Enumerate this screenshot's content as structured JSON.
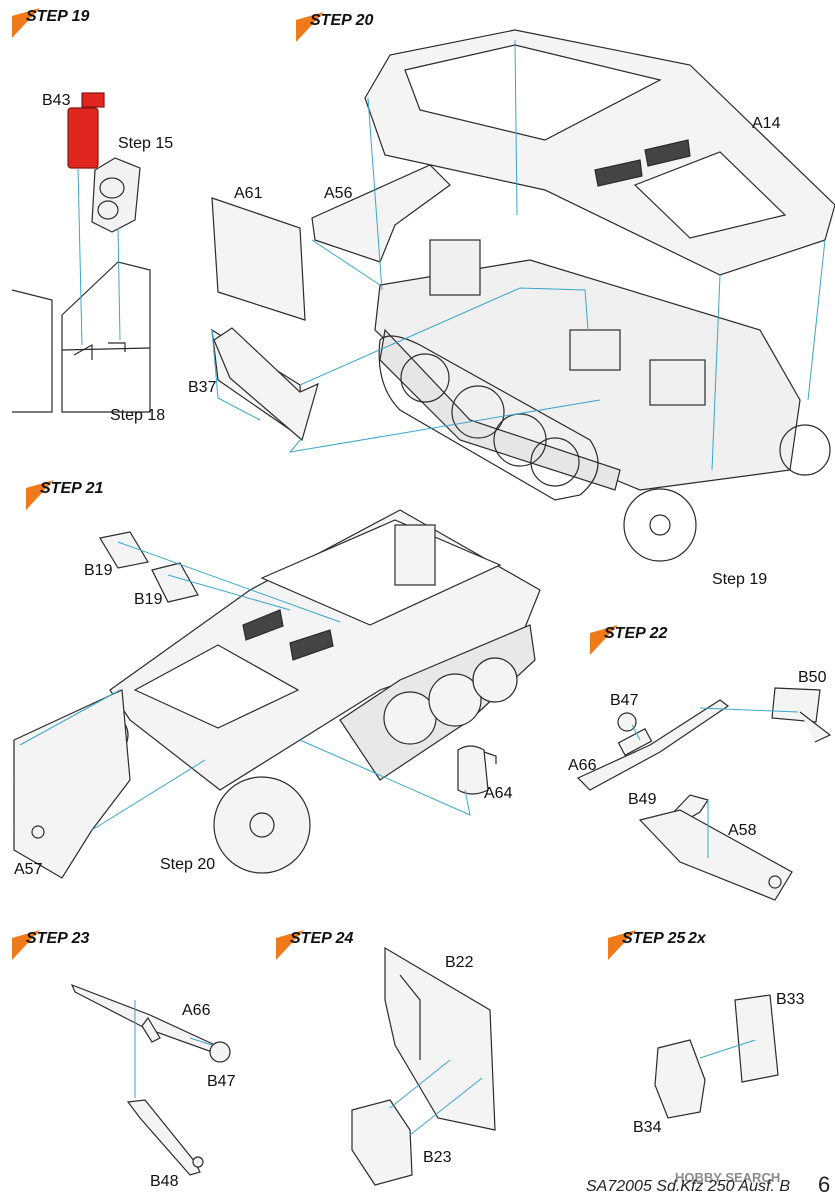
{
  "steps": [
    {
      "label": "STEP 19"
    },
    {
      "label": "STEP 20"
    },
    {
      "label": "STEP 21"
    },
    {
      "label": "STEP 22"
    },
    {
      "label": "STEP 23"
    },
    {
      "label": "STEP 24"
    },
    {
      "label": "STEP 25",
      "extra": "2x"
    }
  ],
  "parts": {
    "b43": "B43",
    "step15": "Step 15",
    "step18": "Step 18",
    "a61": "A61",
    "a56": "A56",
    "a14": "A14",
    "b37": "B37",
    "step19": "Step 19",
    "b19a": "B19",
    "b19b": "B19",
    "a64": "A64",
    "a57": "A57",
    "step20": "Step 20",
    "b47a": "B47",
    "b50": "B50",
    "a66a": "A66",
    "b49": "B49",
    "a58": "A58",
    "a66b": "A66",
    "b47b": "B47",
    "b48": "B48",
    "b22": "B22",
    "b23": "B23",
    "b33": "B33",
    "b34": "B34"
  },
  "footer": {
    "text": "SA72005 Sd.Kfz 250 Ausf. B",
    "page": "6"
  },
  "watermark": "HOBBY SEARCH",
  "colors": {
    "accent_orange": "#f07a1a",
    "guide_lines": "#3aa7c8",
    "highlight_part": "#e0261f",
    "line_art": "#2b2b2b"
  }
}
